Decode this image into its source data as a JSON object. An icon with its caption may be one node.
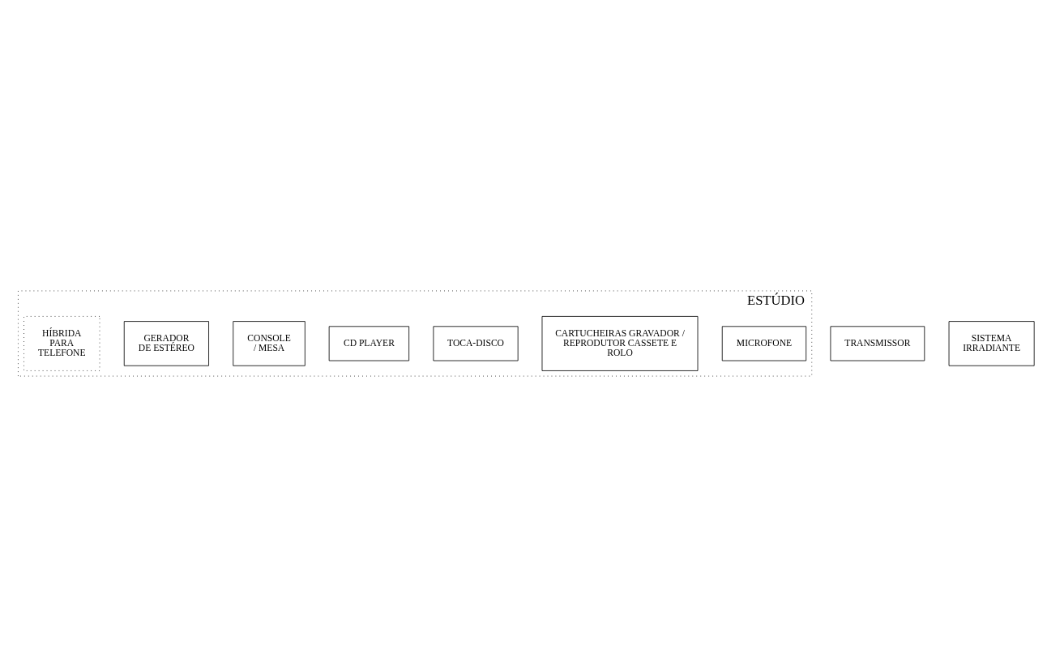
{
  "diagram": {
    "nodes": [
      {
        "text": [
          "ESTÚDIO"
        ]
      },
      {
        "text": [
          "MICROFONE"
        ],
        "in": 0
      },
      {
        "text": [
          "CARTUCHEIRAS GRAVADOR / REPRODUTOR CASSETE E ROLO"
        ],
        "in": 0
      },
      {
        "text": [
          "TOCA-DISCO"
        ],
        "in": 0
      },
      {
        "text": [
          "CD PLAYER"
        ],
        "in": 0
      },
      {
        "text": [
          "CONSOLE / MESA"
        ],
        "in": 0
      },
      {
        "text": [
          "GERADOR DE ESTÉREO"
        ],
        "in": 0
      },
      {
        "text": [
          "HÍBRIDA PARA TELEFONE"
        ],
        "in": 0
      },
      {
        "text": [
          "TRANSMISSOR"
        ]
      },
      {
        "text": [
          "SISTEMA IRRADIANTE"
        ]
      }
    ],
    "edges": []
  }
}
